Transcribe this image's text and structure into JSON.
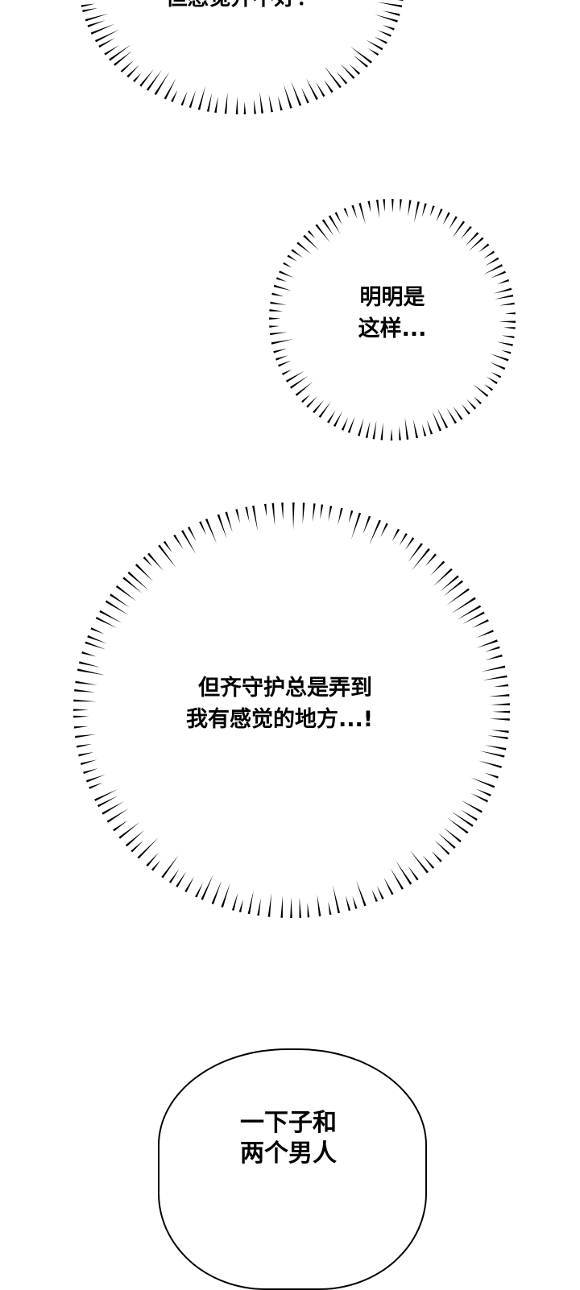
{
  "panels": [
    {
      "lines": [
        "但感觉并不好！"
      ]
    },
    {
      "lines": [
        "明明是",
        "这样..."
      ]
    },
    {
      "lines": [
        "但齐守护总是弄到",
        "我有感觉的地方...!"
      ]
    },
    {
      "lines": [
        "一下子和",
        "两个男人"
      ]
    }
  ],
  "colors": {
    "ink": "#000000",
    "background": "#ffffff"
  }
}
